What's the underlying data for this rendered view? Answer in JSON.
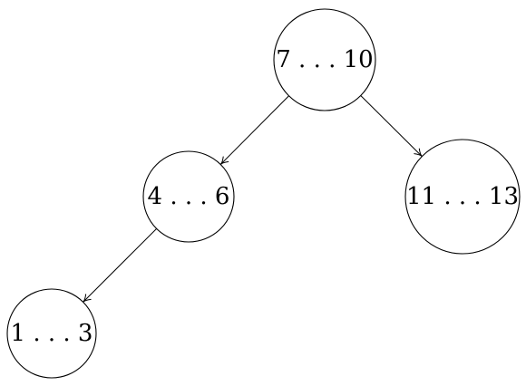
{
  "tree": {
    "nodes": [
      {
        "id": "root",
        "label": "7 . . . 10"
      },
      {
        "id": "left",
        "label": "4 . . . 6"
      },
      {
        "id": "right",
        "label": "11 . . . 13"
      },
      {
        "id": "left-left",
        "label": "1 . . . 3"
      }
    ],
    "edges": [
      {
        "from": "root",
        "to": "left"
      },
      {
        "from": "root",
        "to": "right"
      },
      {
        "from": "left",
        "to": "left-left"
      }
    ]
  }
}
